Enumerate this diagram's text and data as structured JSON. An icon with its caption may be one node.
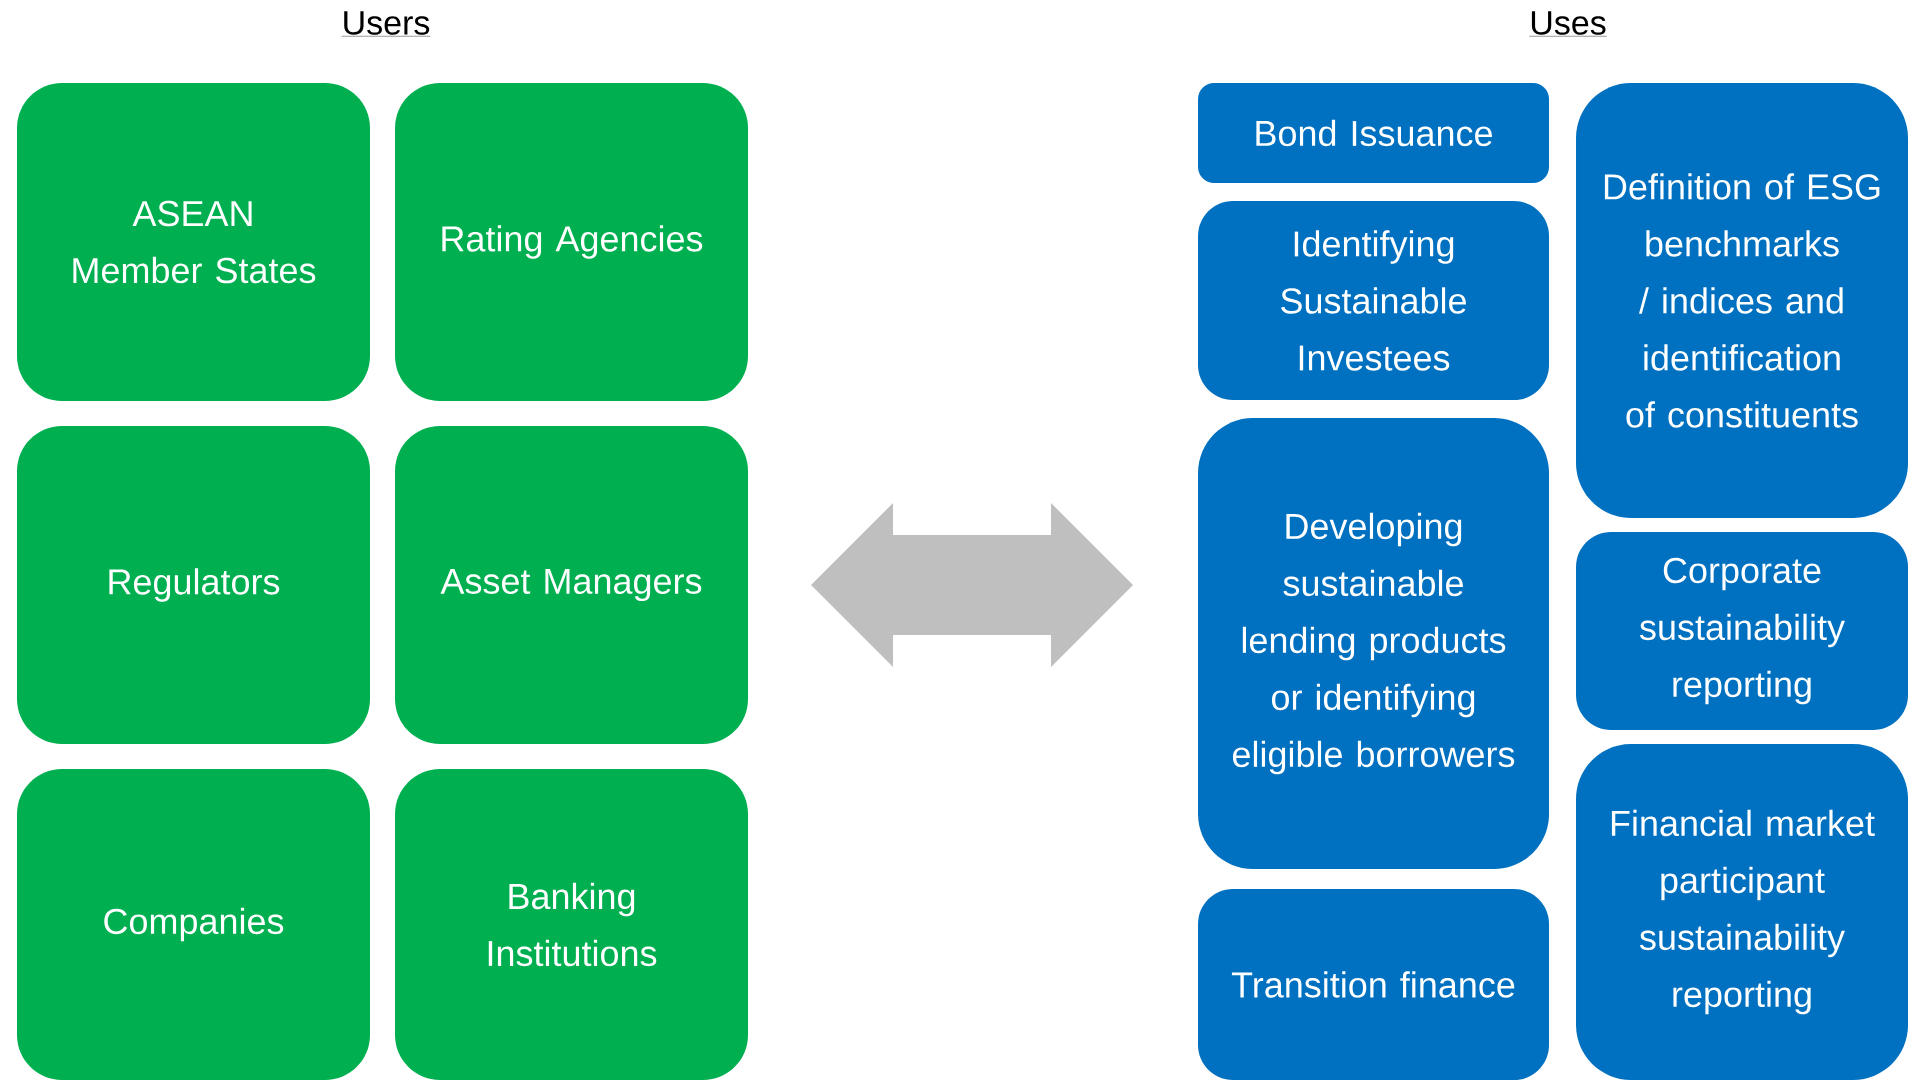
{
  "diagram": {
    "nodes": [
      {
        "text": [
          "ASEAN Member States"
        ]
      },
      {
        "text": [
          "Rating Agencies"
        ]
      },
      {
        "text": [
          "Regulators"
        ]
      },
      {
        "text": [
          "Asset Managers"
        ]
      },
      {
        "text": [
          "Companies"
        ]
      },
      {
        "text": [
          "Banking Institutions"
        ]
      },
      {
        "text": [
          "Bond Issuance"
        ]
      },
      {
        "text": [
          "Identifying Sustainable Investees"
        ]
      },
      {
        "text": [
          "Developing sustainable lending products or identifying eligible borrowers"
        ]
      },
      {
        "text": [
          "Transition finance"
        ]
      },
      {
        "text": [
          "Definition of ESG benchmarks / indices and identification of constituents"
        ]
      },
      {
        "text": [
          "Corporate sustainability reporting"
        ]
      },
      {
        "text": [
          "Financial market participant sustainability reporting"
        ]
      }
    ],
    "edges": [
      {
        "from": 3,
        "to": 8,
        "arrow": "both"
      }
    ],
    "labels": [
      "Users",
      "Uses"
    ]
  }
}
